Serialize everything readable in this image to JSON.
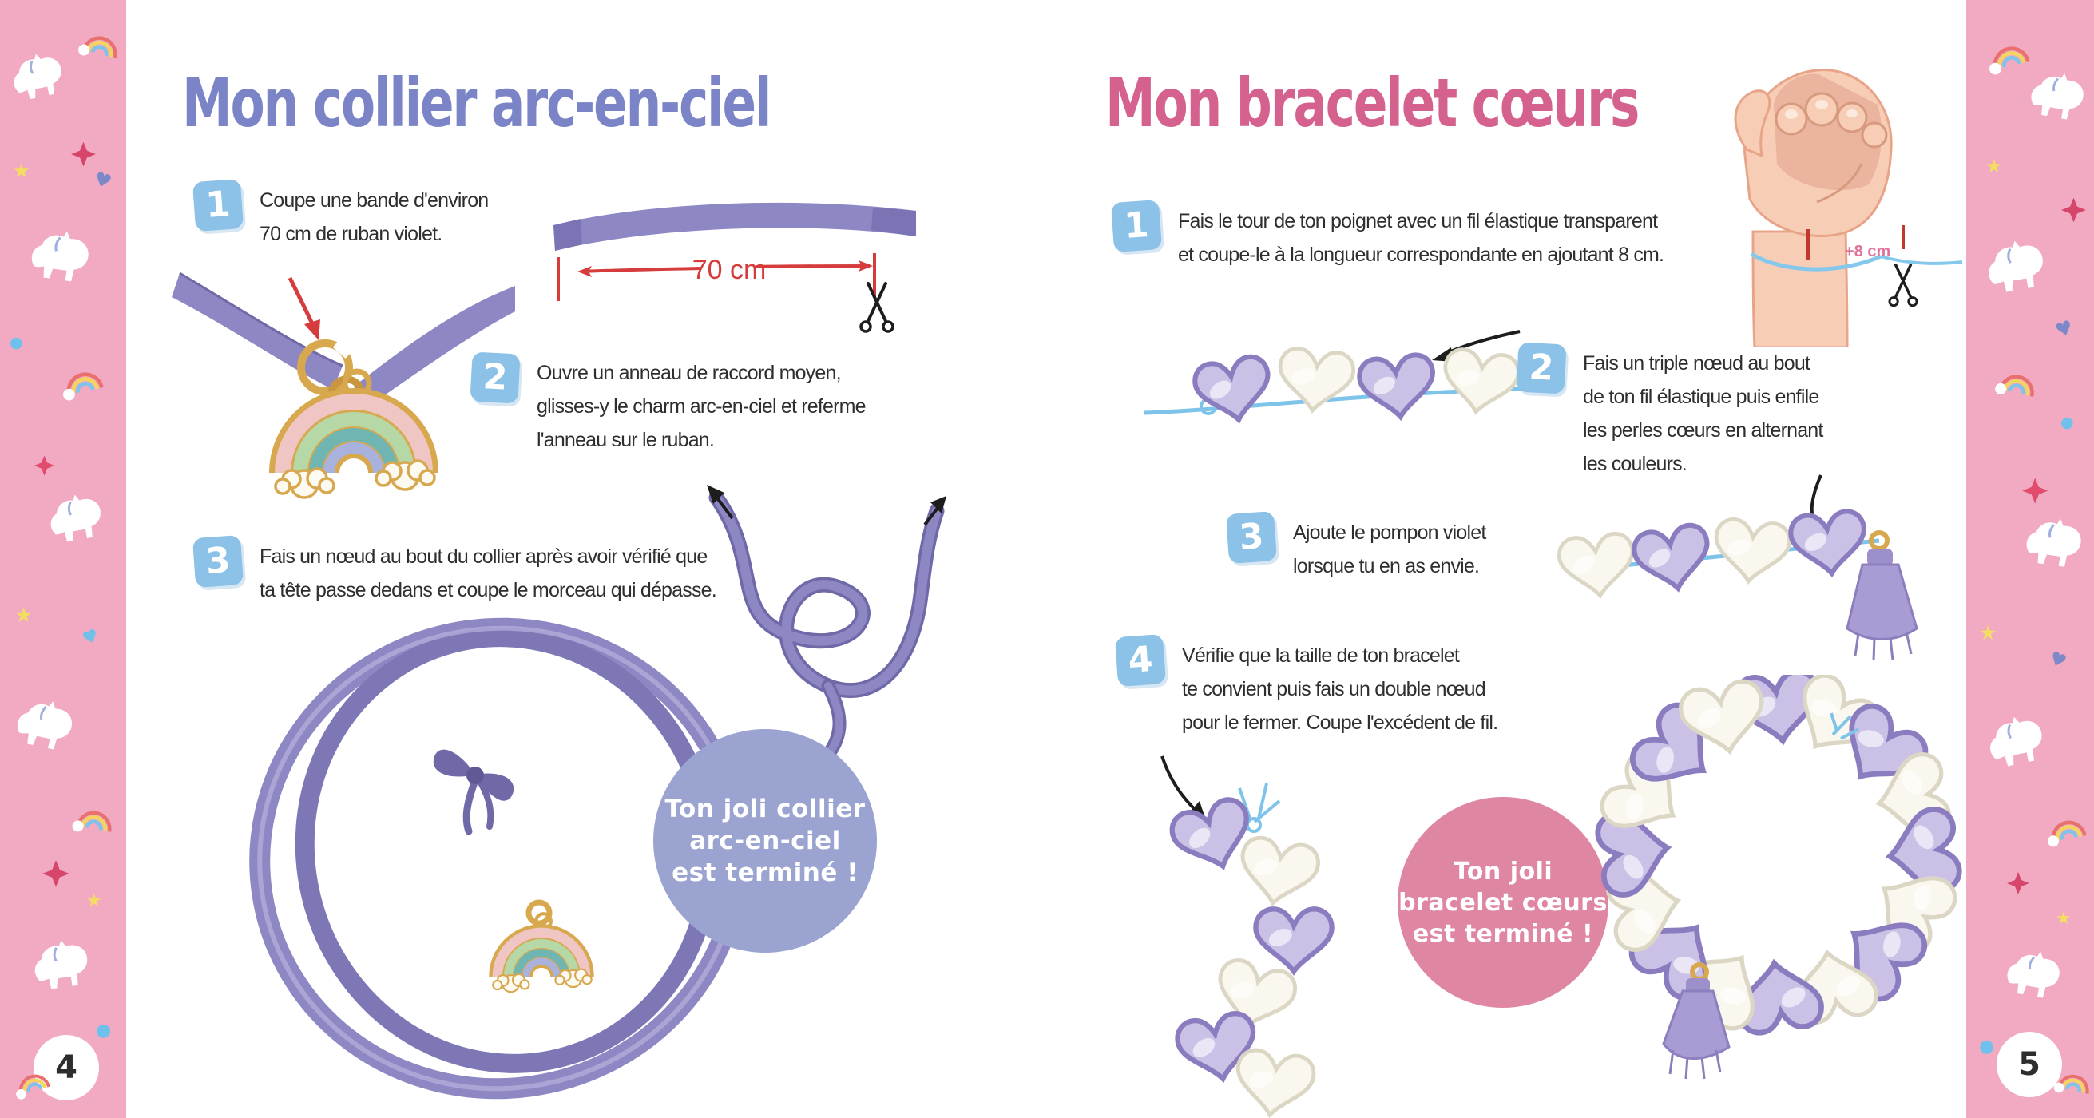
{
  "page_left": {
    "page_number": "4",
    "title": "Mon collier arc-en-ciel",
    "ribbon_measure_label": "70 cm",
    "steps": [
      {
        "number": "1",
        "lines": [
          "Coupe une bande d'environ",
          "70 cm de ruban violet."
        ]
      },
      {
        "number": "2",
        "lines": [
          "Ouvre un anneau de raccord moyen,",
          "glisses-y le charm arc-en-ciel et referme",
          "l'anneau sur le ruban."
        ]
      },
      {
        "number": "3",
        "lines": [
          "Fais un nœud au bout du collier après avoir vérifié que",
          "ta tête passe dedans et coupe le morceau qui dépasse."
        ]
      }
    ],
    "badge_lines": [
      "Ton joli collier",
      "arc-en-ciel",
      "est terminé !"
    ]
  },
  "page_right": {
    "page_number": "5",
    "title": "Mon bracelet cœurs",
    "wrist_measure_label": "+8 cm",
    "steps": [
      {
        "number": "1",
        "lines": [
          "Fais le tour de ton poignet avec un fil élastique transparent",
          "et coupe-le à la longueur correspondante en ajoutant 8 cm."
        ]
      },
      {
        "number": "2",
        "lines": [
          "Fais un triple nœud au bout",
          "de ton fil élastique puis enfile",
          "les perles cœurs en alternant",
          "les couleurs."
        ]
      },
      {
        "number": "3",
        "lines": [
          "Ajoute le pompon violet",
          "lorsque tu en as envie."
        ]
      },
      {
        "number": "4",
        "lines": [
          "Vérifie que la taille de ton bracelet",
          "te convient puis fais un double nœud",
          "pour le fermer.  Coupe l'excédent de fil."
        ]
      }
    ],
    "badge_lines": [
      "Ton joli",
      "bracelet cœurs",
      "est terminé !"
    ]
  },
  "colors": {
    "title_left": "#7b84c6",
    "title_right": "#d5618f",
    "step_square": "#8cc2e8",
    "badge_left_bg": "#9ba3d0",
    "badge_right_bg": "#df87a2",
    "ribbon_purple": "#8d87c3",
    "elastic_thread_blue": "#7ec4ea",
    "measure_red": "#d63c3c",
    "wrist_label_pink": "#e0719b",
    "border_pink": "#f1aac2"
  },
  "icons": {
    "scissors": "crossed open scissors",
    "unicorn": "white unicorn silhouette",
    "rainbow": "small rainbow arc",
    "spark": "four-point pink star",
    "star": "★",
    "heart": "♥",
    "dot": "●"
  }
}
